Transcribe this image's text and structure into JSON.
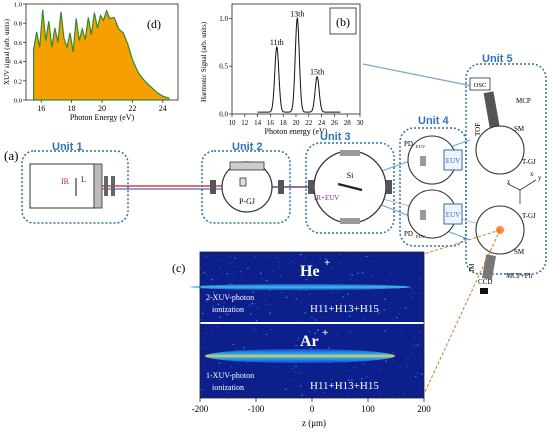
{
  "figure": {
    "panel_a": "(a)",
    "panel_b": "(b)",
    "panel_c": "(c)",
    "panel_d": "(d)"
  },
  "units": [
    "Unit 1",
    "Unit 2",
    "Unit 3",
    "Unit 4",
    "Unit 5"
  ],
  "apparatus_labels": {
    "ir": "IR",
    "l": "L",
    "pgj": "P-GJ",
    "si": "Si",
    "ir_euv": "IR+EUV",
    "pd_euv_top": "PD",
    "pd_euv_bottom": "PD",
    "pd_sub": "EUV",
    "euv_top": "EUV",
    "euv_bottom": "EUV",
    "osc": "OSC",
    "mcp": "MCP",
    "sm_top": "SM",
    "sm_bottom": "SM",
    "tgj_top": "T-GJ",
    "tgj_bottom": "T-GJ",
    "tof": "TOF",
    "im": "IM",
    "ccd": "CCD",
    "mcp_ph": "MCP+Ph",
    "axis_x": "x",
    "axis_y": "y",
    "axis_z": "z"
  },
  "chart_data": [
    {
      "id": "d",
      "type": "area",
      "xlabel": "Photon Energy (eV)",
      "ylabel": "XUV signal (arb. units)",
      "xlim": [
        15,
        25
      ],
      "ylim": [
        0,
        1.0
      ],
      "xticks": [
        "16",
        "18",
        "20",
        "22",
        "24"
      ],
      "yticks": [
        "0.0",
        "0.2",
        "0.4",
        "0.6",
        "0.8",
        "1.0"
      ],
      "fill_color": "#f5a000",
      "line_color": "#2e8b2e",
      "x": [
        15.5,
        15.7,
        15.9,
        16.1,
        16.3,
        16.5,
        16.7,
        16.9,
        17.1,
        17.3,
        17.5,
        17.7,
        17.9,
        18.1,
        18.3,
        18.5,
        18.7,
        18.9,
        19.1,
        19.3,
        19.5,
        19.7,
        19.9,
        20.1,
        20.3,
        20.5,
        20.8,
        21.1,
        21.4,
        21.7,
        22.0,
        22.4,
        22.8,
        23.2,
        23.6,
        24.0,
        24.4
      ],
      "y": [
        0.52,
        0.71,
        0.55,
        0.94,
        0.62,
        0.82,
        0.55,
        0.75,
        0.6,
        0.92,
        0.64,
        0.55,
        0.7,
        0.5,
        0.85,
        0.62,
        0.74,
        0.63,
        0.86,
        0.68,
        0.91,
        0.75,
        0.88,
        0.83,
        0.93,
        0.85,
        0.86,
        0.74,
        0.7,
        0.58,
        0.42,
        0.28,
        0.2,
        0.14,
        0.08,
        0.04,
        0.02
      ]
    },
    {
      "id": "b",
      "type": "line",
      "xlabel": "Photon energy (eV)",
      "ylabel": "Harmonic Signal (arb. units)",
      "xlim": [
        10,
        30
      ],
      "ylim": [
        0,
        1.15
      ],
      "xticks": [
        "10",
        "12",
        "14",
        "16",
        "18",
        "20",
        "22",
        "24",
        "26",
        "28",
        "30"
      ],
      "yticks": [
        "0.0",
        "0.5",
        "1.0"
      ],
      "line_color": "#111111",
      "peaks": [
        {
          "label": "11th",
          "x": 17.0,
          "y": 0.68
        },
        {
          "label": "13th",
          "x": 20.2,
          "y": 0.98
        },
        {
          "label": "15th",
          "x": 23.3,
          "y": 0.37
        }
      ]
    },
    {
      "id": "c",
      "type": "heatmap",
      "xlabel": "z (μm)",
      "xlim": [
        -200,
        200
      ],
      "xticks": [
        "-200",
        "-100",
        "0",
        "100",
        "200"
      ],
      "panels": [
        {
          "ion": "He",
          "charge": "+",
          "process": "2-XUV-photon",
          "process2": "ionization",
          "harmonics": "H11+H13+H15"
        },
        {
          "ion": "Ar",
          "charge": "+",
          "process": "1-XUV-photon",
          "process2": "ionization",
          "harmonics": "H11+H13+H15"
        }
      ]
    }
  ]
}
